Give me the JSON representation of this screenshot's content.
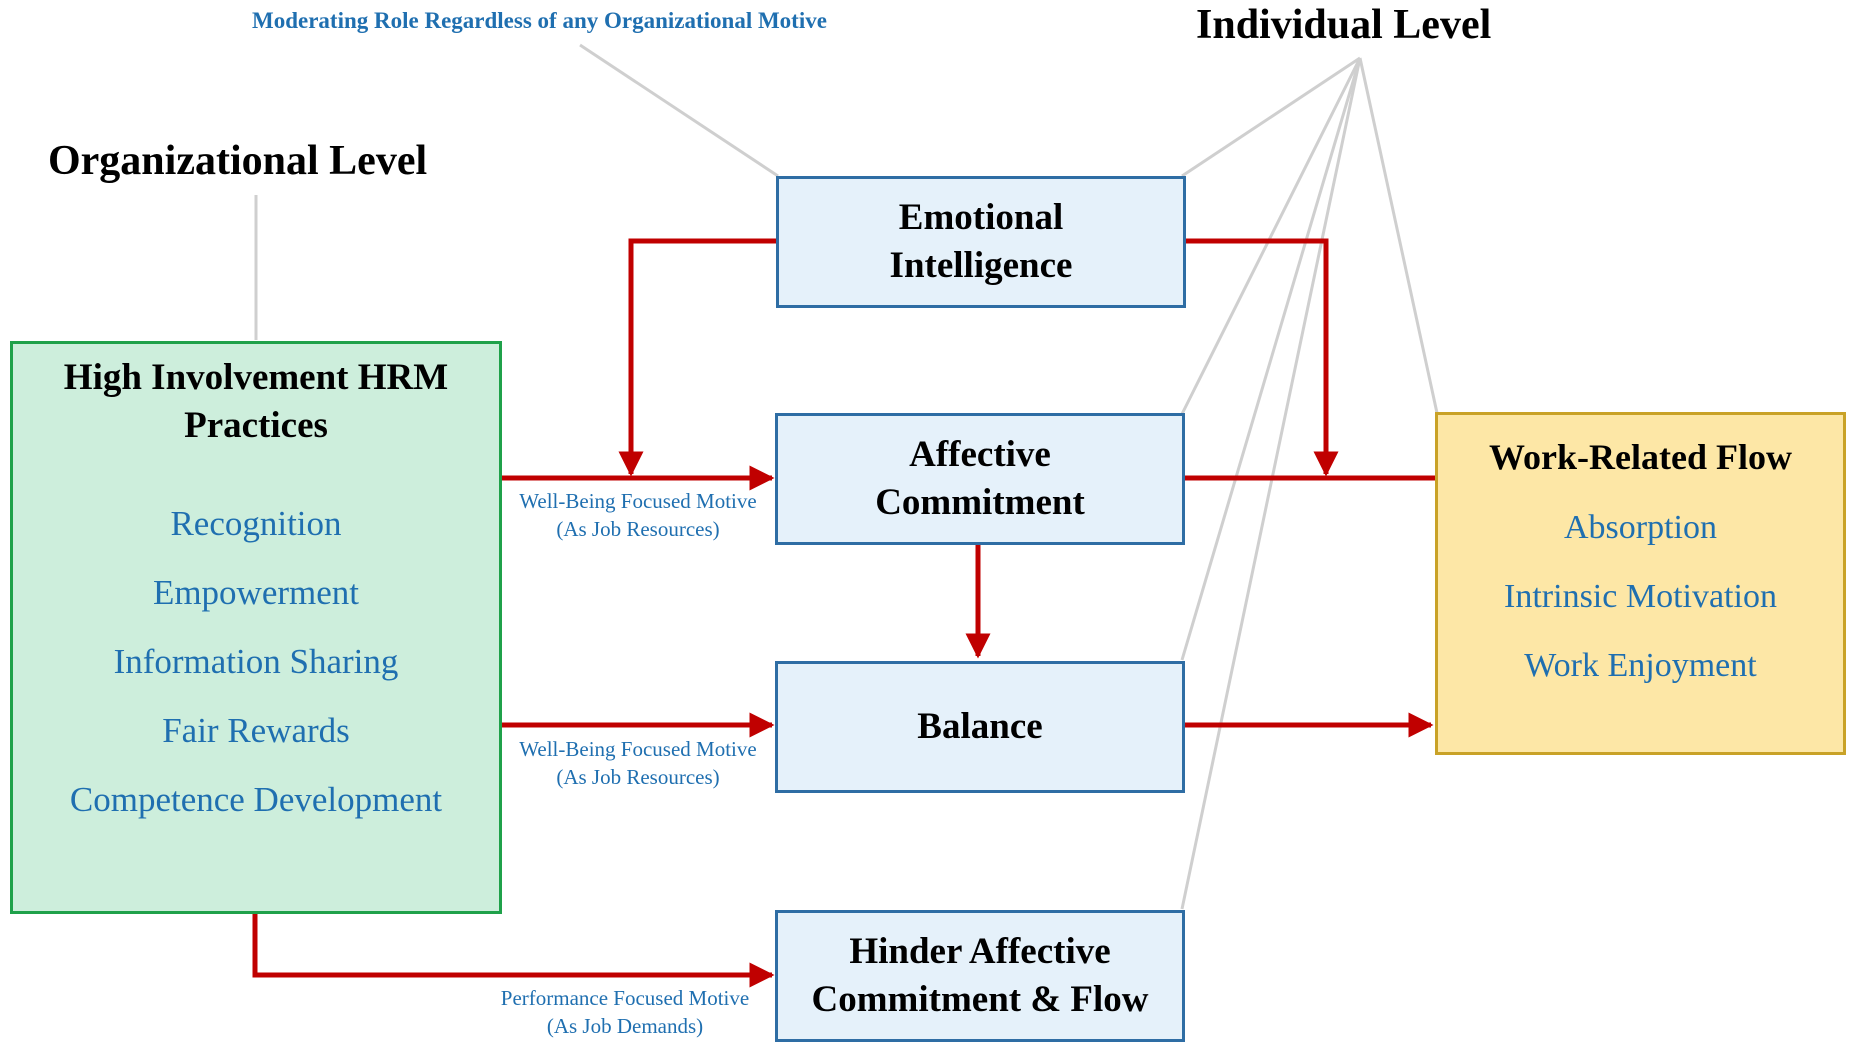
{
  "levels": {
    "organizational": "Organizational Level",
    "individual": "Individual Level"
  },
  "moderating_note": "Moderating Role Regardless of any Organizational Motive",
  "hrm": {
    "title_line1": "High Involvement HRM",
    "title_line2": "Practices",
    "items": [
      "Recognition",
      "Empowerment",
      "Information Sharing",
      "Fair Rewards",
      "Competence Development"
    ]
  },
  "mediators": {
    "emotional_intelligence": [
      "Emotional",
      "Intelligence"
    ],
    "affective_commitment": [
      "Affective",
      "Commitment"
    ],
    "balance": "Balance",
    "hinder": [
      "Hinder Affective",
      "Commitment & Flow"
    ]
  },
  "flow": {
    "title": "Work-Related Flow",
    "items": [
      "Absorption",
      "Intrinsic Motivation",
      "Work Enjoyment"
    ]
  },
  "edge_labels": {
    "affective": [
      "Well-Being Focused Motive",
      "(As Job Resources)"
    ],
    "balance": [
      "Well-Being Focused Motive",
      "(As Job Resources)"
    ],
    "hinder": [
      "Performance Focused Motive",
      "(As Job Demands)"
    ]
  },
  "colors": {
    "arrow": "#c00000",
    "connector": "#cfcfcf",
    "hrm_fill": "#cdeedc",
    "hrm_border": "#1fa14a",
    "mediator_fill": "#e5f1fa",
    "mediator_border": "#2e6da4",
    "flow_fill": "#fde7a6",
    "flow_border": "#c9a227",
    "text_blue": "#1f6fb0"
  }
}
